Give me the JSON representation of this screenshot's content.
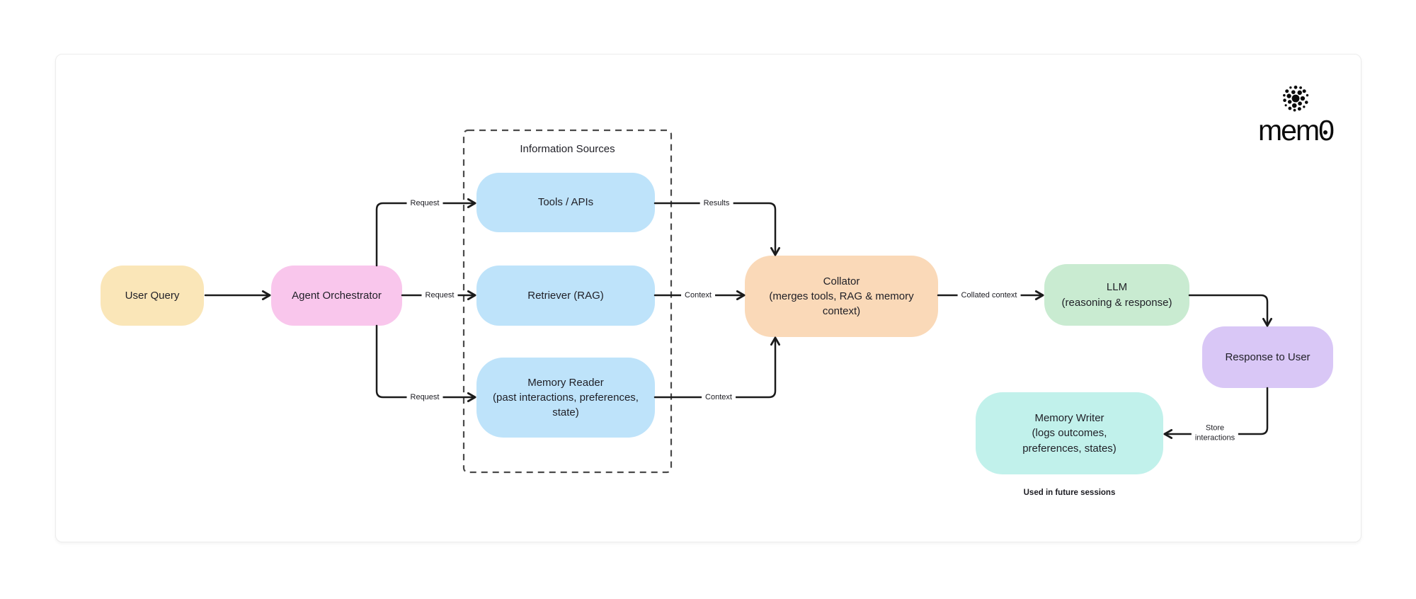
{
  "brand": {
    "full_name": "mem0",
    "name_prefix": "mem",
    "name_zero": "0"
  },
  "diagram": {
    "groups": {
      "information_sources": {
        "title": "Information Sources",
        "border_color": "#4a4a4a"
      }
    },
    "nodes": {
      "user_query": {
        "label": "User Query",
        "fill": "#FAE6B8"
      },
      "agent_orchestrator": {
        "label": "Agent Orchestrator",
        "fill": "#F9C6EC"
      },
      "tools_apis": {
        "label": "Tools / APIs",
        "fill": "#BEE3FA"
      },
      "retriever_rag": {
        "label": "Retriever (RAG)",
        "fill": "#BEE3FA"
      },
      "memory_reader": {
        "label": "Memory Reader\n(past interactions, preferences,\nstate)",
        "fill": "#BEE3FA"
      },
      "collator": {
        "label": "Collator\n(merges tools, RAG & memory\ncontext)",
        "fill": "#FAD9B8"
      },
      "llm": {
        "label": "LLM\n(reasoning & response)",
        "fill": "#C9EBD1"
      },
      "response_to_user": {
        "label": "Response to User",
        "fill": "#D9C7F6"
      },
      "memory_writer": {
        "label": "Memory Writer\n(logs outcomes,\npreferences, states)",
        "fill": "#C1F1EB"
      }
    },
    "edge_labels": {
      "request_tools": "Request",
      "request_retriever": "Request",
      "request_memory_reader": "Request",
      "results": "Results",
      "context_retriever": "Context",
      "context_memory_reader": "Context",
      "collated_context": "Collated context",
      "store_interactions": "Store\ninteractions"
    },
    "notes": {
      "used_in_future_sessions": "Used in future sessions"
    },
    "colors": {
      "edge": "#1b1b1b",
      "text": "#1f1f26"
    }
  }
}
